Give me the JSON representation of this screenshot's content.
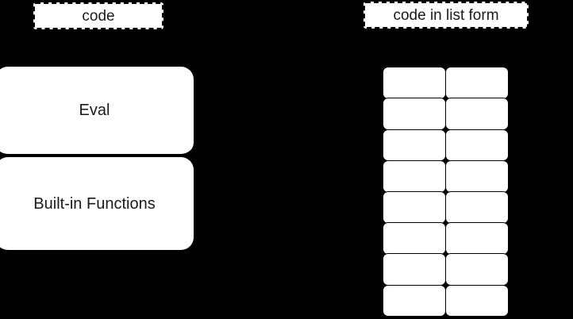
{
  "diagram": {
    "background_color": "#000000",
    "labels": [
      {
        "name": "code-label",
        "text": "code"
      },
      {
        "name": "code-in-list-form-label",
        "text": "code in list form"
      }
    ],
    "nodes": [
      {
        "name": "eval-node",
        "text": "Eval",
        "fill": "#ffffff",
        "text_color": "#1a1a1a"
      },
      {
        "name": "builtin-functions-node",
        "text": "Built-in Functions",
        "fill": "#ffffff",
        "text_color": "#1a1a1a"
      }
    ],
    "list_grid": {
      "rows": 8,
      "columns": 2,
      "cell_fill": "#ffffff",
      "cell_stroke": "#000000",
      "cells": [
        [
          "",
          ""
        ],
        [
          "",
          ""
        ],
        [
          "",
          ""
        ],
        [
          "",
          ""
        ],
        [
          "",
          ""
        ],
        [
          "",
          ""
        ],
        [
          "",
          ""
        ],
        [
          "",
          ""
        ]
      ]
    }
  }
}
